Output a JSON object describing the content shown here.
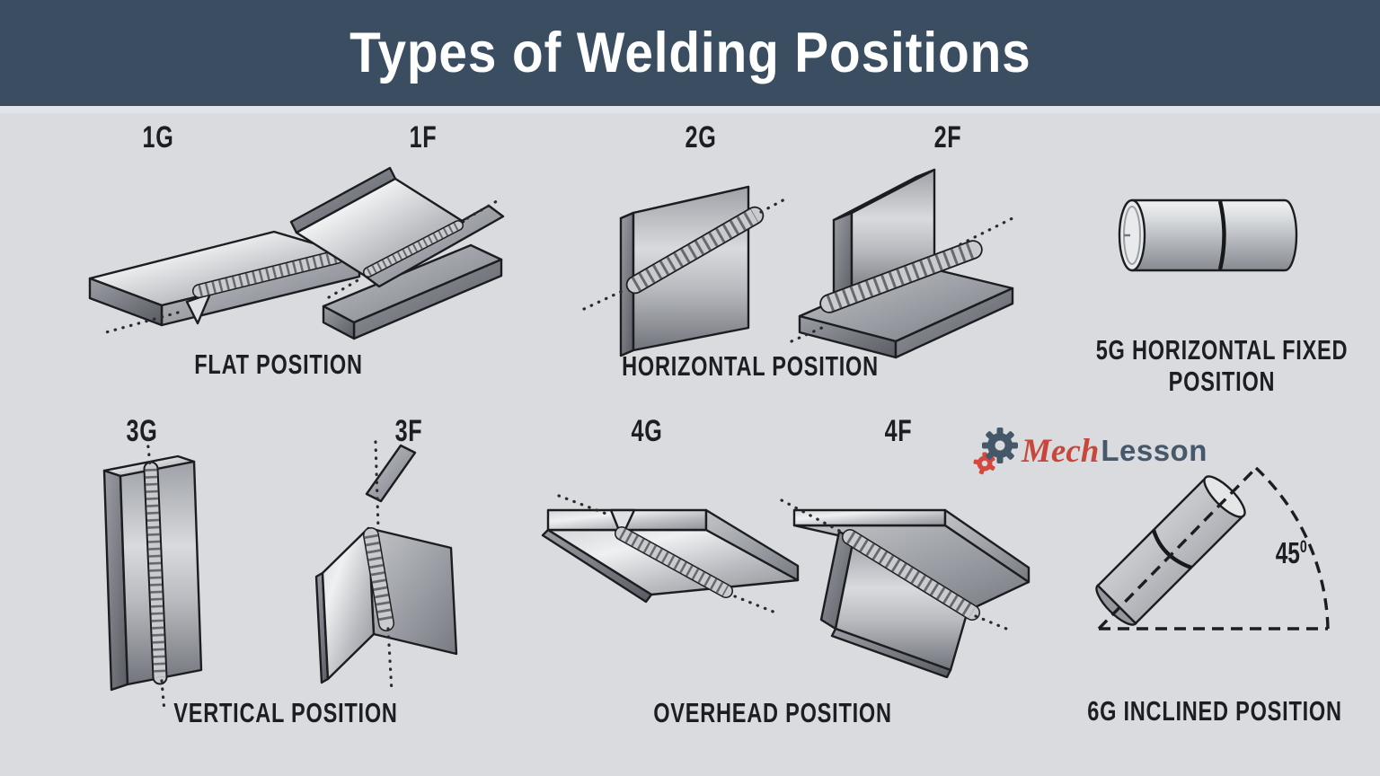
{
  "header": {
    "title": "Types of Welding Positions"
  },
  "theme": {
    "header_bg": "#3a4d61",
    "canvas_bg": "#d9dbde",
    "ink": "#1d1e21",
    "metal_light": "#eef0f1",
    "metal_dark": "#595c63",
    "accent_red": "#c8473d",
    "slate": "#46586a"
  },
  "codes": {
    "c1g": "1G",
    "c1f": "1F",
    "c2g": "2G",
    "c2f": "2F",
    "c3g": "3G",
    "c3f": "3F",
    "c4g": "4G",
    "c4f": "4F"
  },
  "captions": {
    "flat": "FLAT POSITION",
    "horizontal": "HORIZONTAL POSITION",
    "fixed_line1": "5G HORIZONTAL FIXED",
    "fixed_line2": "POSITION",
    "vertical": "VERTICAL POSITION",
    "overhead": "OVERHEAD POSITION",
    "inclined": "6G INCLINED POSITION"
  },
  "angle": {
    "value": "45",
    "sup": "0"
  },
  "logo": {
    "brand_left": "Mech",
    "brand_right": "Lesson",
    "gear_icon": "gear-icon",
    "partial_gear_icon": "partial-gear-icon"
  },
  "illustrations": {
    "i1g": "flat-groove-weld-plate",
    "i1f": "flat-fillet-weld-joint",
    "i2g": "horizontal-groove-weld-plate",
    "i2f": "horizontal-fillet-tee-joint",
    "i5g": "horizontal-fixed-pipe",
    "i3g": "vertical-groove-weld-plate",
    "i3f": "vertical-fillet-tee-joint",
    "i4g": "overhead-groove-weld-plate",
    "i4f": "overhead-fillet-tee-joint",
    "i6g": "inclined-pipe-45deg"
  }
}
